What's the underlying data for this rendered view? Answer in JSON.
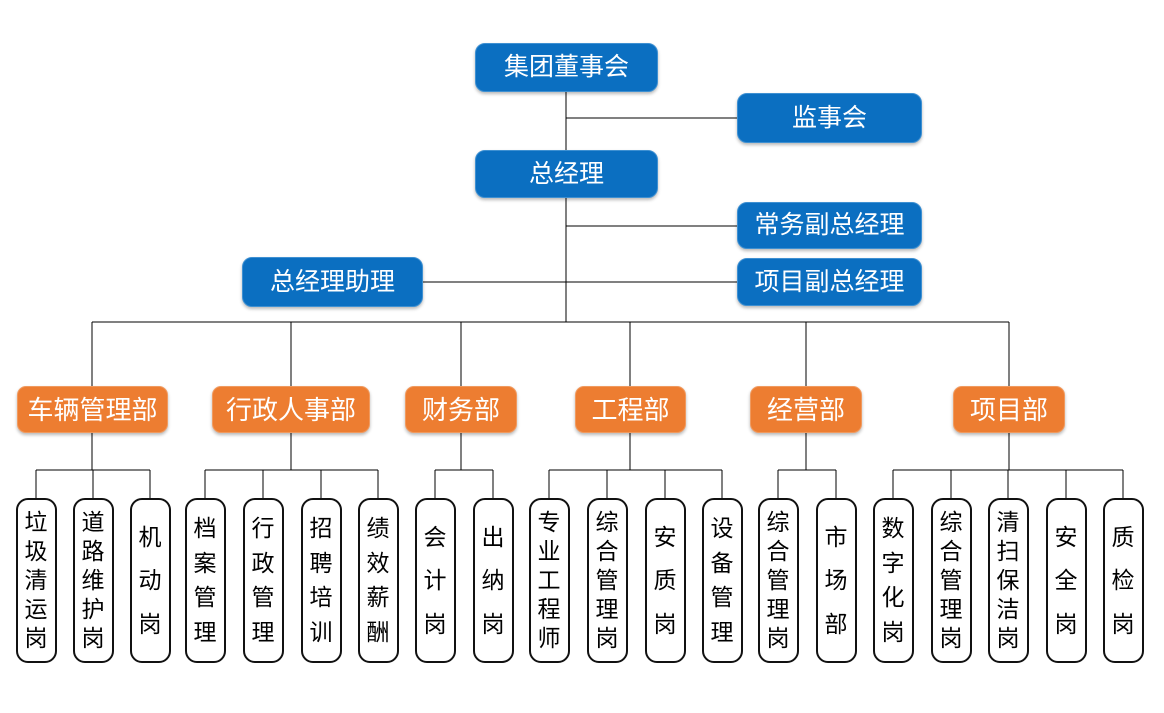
{
  "colors": {
    "executive_box_blue": "#0b6fc1",
    "department_box_orange": "#ed7d31",
    "position_box_fill": "#ffffff",
    "position_box_border": "#111111",
    "connector_line": "#000000",
    "text_on_color": "#ffffff"
  },
  "executive": {
    "board": "集团董事会",
    "supervisory_board": "监事会",
    "general_manager": "总经理",
    "executive_deputy_general_manager": "常务副总经理",
    "general_manager_assistant": "总经理助理",
    "project_deputy_general_manager": "项目副总经理"
  },
  "departments": [
    {
      "label": "车辆管理部",
      "positions": [
        "垃圾清运岗",
        "道路维护岗",
        "机动岗"
      ]
    },
    {
      "label": "行政人事部",
      "positions": [
        "档案管理",
        "行政管理",
        "招聘培训",
        "绩效薪酬"
      ]
    },
    {
      "label": "财务部",
      "positions": [
        "会计岗",
        "出纳岗"
      ]
    },
    {
      "label": "工程部",
      "positions": [
        "专业工程师",
        "综合管理岗",
        "安质岗",
        "设备管理"
      ]
    },
    {
      "label": "经营部",
      "positions": [
        "综合管理岗",
        "市场部"
      ]
    },
    {
      "label": "项目部",
      "positions": [
        "数字化岗",
        "综合管理岗",
        "清扫保洁岗",
        "安全岗",
        "质检岗"
      ]
    }
  ]
}
